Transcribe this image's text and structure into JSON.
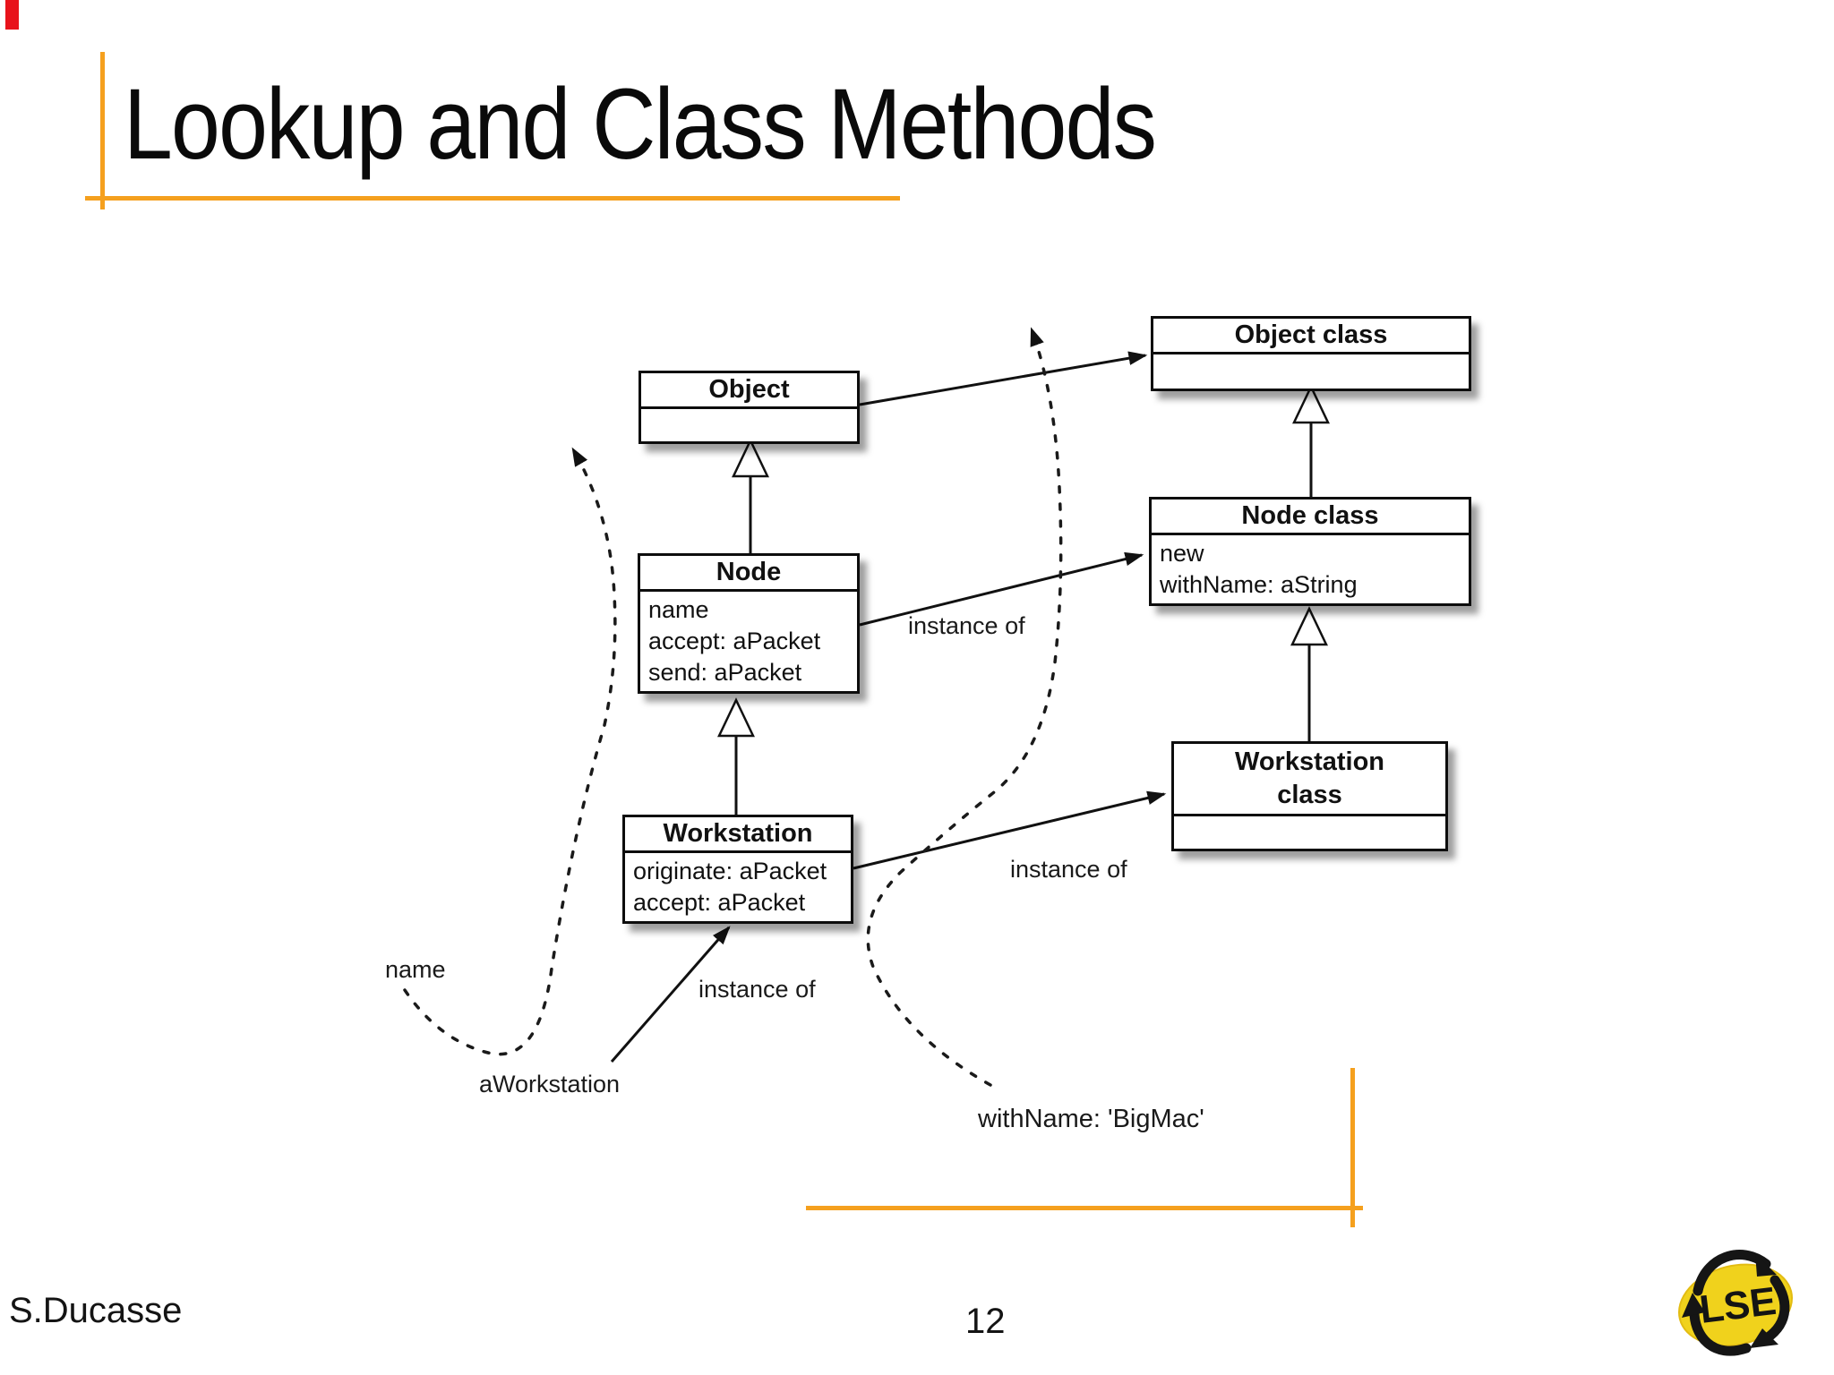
{
  "slide": {
    "title": "Lookup and Class Methods",
    "accent_color": "#F5A01E",
    "red_marker_color": "#E8131B"
  },
  "diagram": {
    "classes": [
      {
        "id": "object",
        "name": "Object",
        "members": []
      },
      {
        "id": "object-class",
        "name": "Object class",
        "members": []
      },
      {
        "id": "node",
        "name": "Node",
        "members": [
          "name",
          "accept: aPacket",
          "send: aPacket"
        ]
      },
      {
        "id": "node-class",
        "name": "Node class",
        "members": [
          "new",
          "withName: aString"
        ]
      },
      {
        "id": "workstation",
        "name": "Workstation",
        "members": [
          "originate: aPacket",
          "accept: aPacket"
        ]
      },
      {
        "id": "workstation-class",
        "name": "Workstation class",
        "members": []
      }
    ],
    "labels": {
      "instance_of_1": "instance of",
      "instance_of_2": "instance of",
      "instance_of_3": "instance of",
      "name_lookup": "name",
      "a_workstation": "aWorkstation",
      "with_name": "withName: 'BigMac'"
    }
  },
  "footer": {
    "author": "S.Ducasse",
    "page": "12"
  },
  "logo": {
    "text": "LSE",
    "color": "#F0D21C"
  }
}
